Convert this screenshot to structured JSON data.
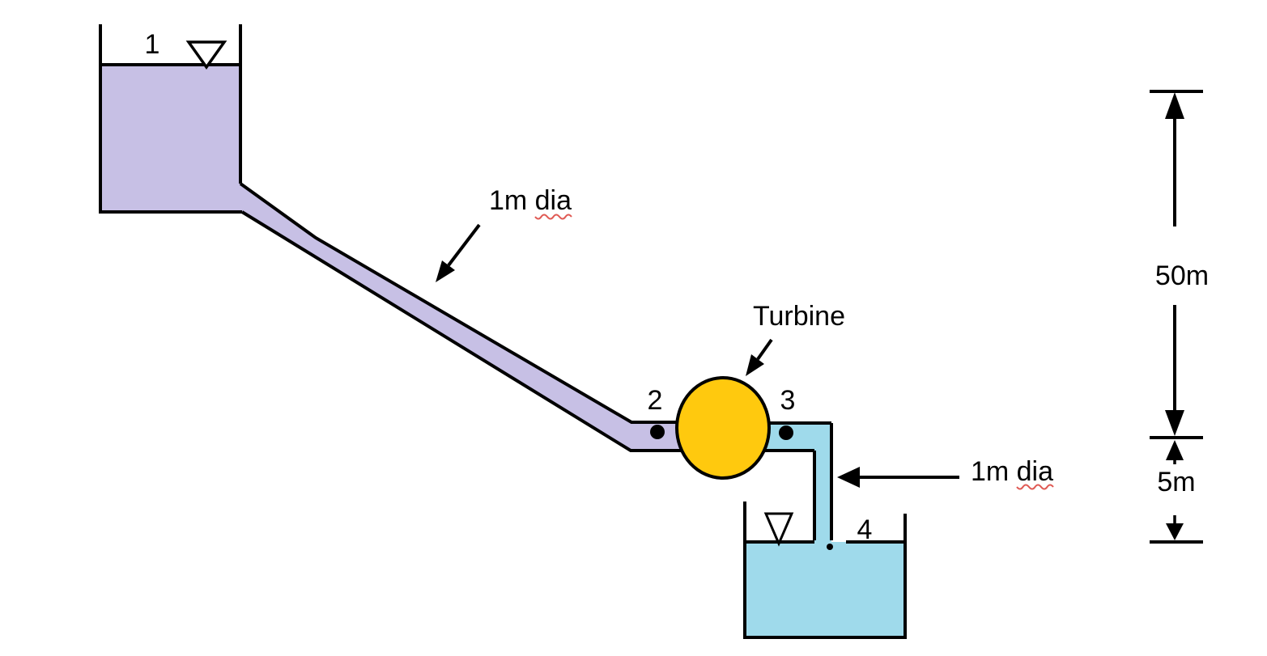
{
  "labels": {
    "station1": "1",
    "station2": "2",
    "station3": "3",
    "station4": "4",
    "upper_pipe_dia": "1m dia",
    "lower_pipe_dia": "1m dia",
    "turbine": "Turbine",
    "head_upper": "50m",
    "head_lower": "5m"
  },
  "colors": {
    "upper_water": "#C7C0E5",
    "lower_water": "#9FDAEB",
    "turbine_fill": "#FFC90E",
    "line": "#000000",
    "spellcheck_underline": "#E05A54"
  }
}
